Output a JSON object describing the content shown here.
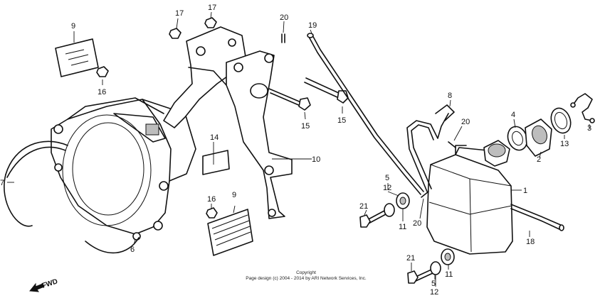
{
  "callouts": {
    "c1": "1",
    "c2": "2",
    "c3": "3",
    "c4": "4",
    "c5a": "5",
    "c5b": "5",
    "c6": "6",
    "c7": "7",
    "c8": "8",
    "c9a": "9",
    "c9b": "9",
    "c10": "10",
    "c11a": "11",
    "c11b": "11",
    "c12a": "12",
    "c12b": "12",
    "c13": "13",
    "c14": "14",
    "c15a": "15",
    "c15b": "15",
    "c16a": "16",
    "c16b": "16",
    "c17a": "17",
    "c17b": "17",
    "c18": "18",
    "c19": "19",
    "c20a": "20",
    "c20b": "20",
    "c20c": "20",
    "c21a": "21",
    "c21b": "21"
  },
  "fwd_label": "FWD",
  "copyright": {
    "line1": "Copyright",
    "line2": "Page design (c) 2004 - 2014 by ARI Network Services, Inc."
  }
}
